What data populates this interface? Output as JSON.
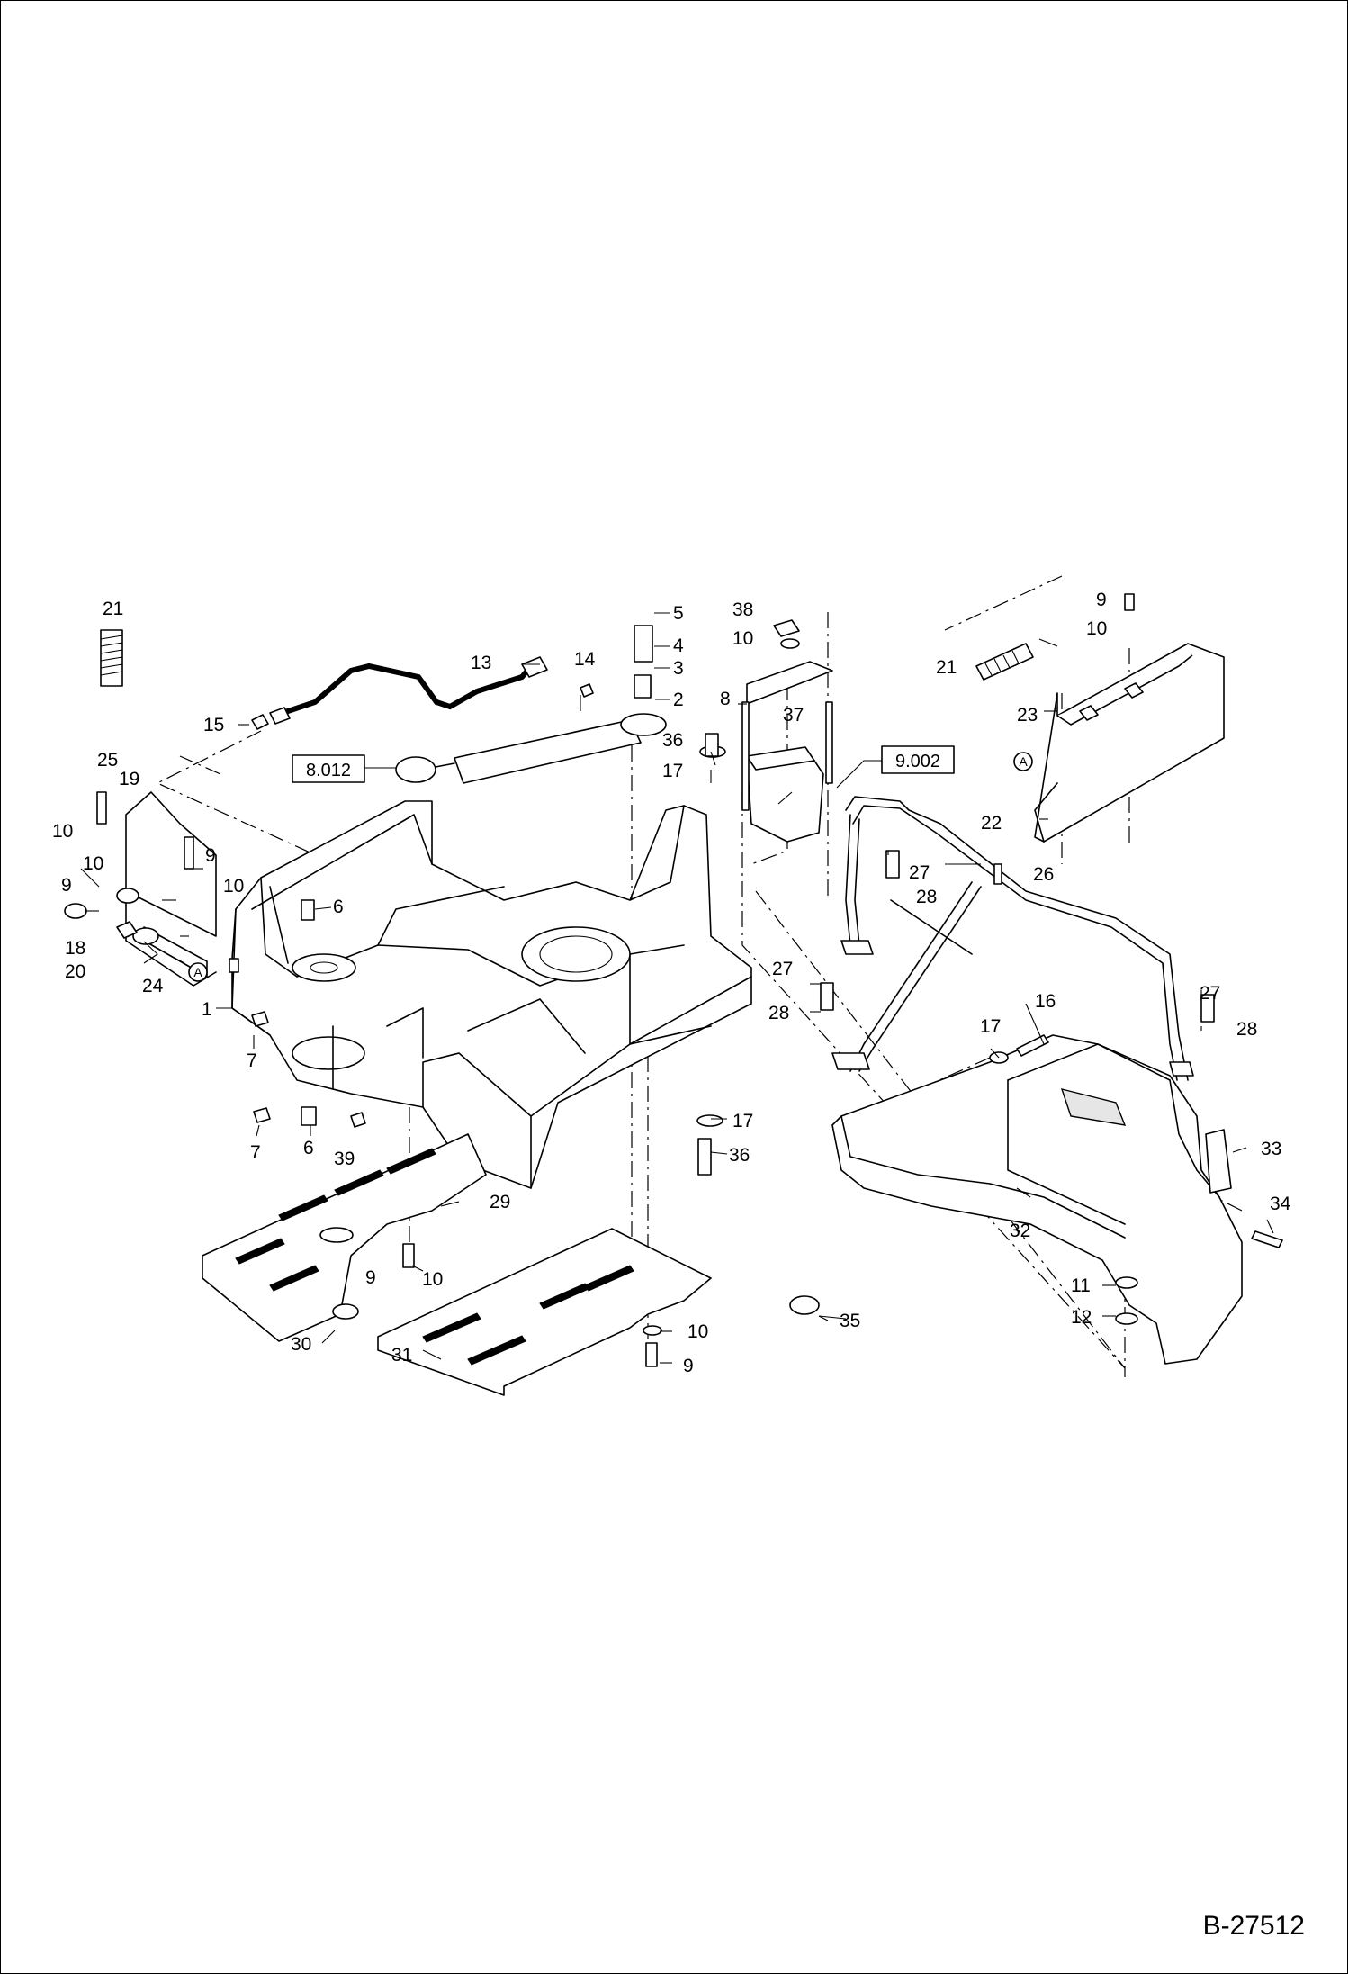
{
  "drawing": {
    "code": "B-27512",
    "reference_boxes": [
      "8.012",
      "9.002"
    ],
    "view_marker": "A",
    "callouts": [
      "1",
      "2",
      "3",
      "4",
      "5",
      "6",
      "6",
      "7",
      "7",
      "8",
      "9",
      "9",
      "9",
      "9",
      "9",
      "10",
      "10",
      "10",
      "10",
      "10",
      "10",
      "10",
      "11",
      "12",
      "13",
      "14",
      "15",
      "16",
      "17",
      "17",
      "17",
      "18",
      "19",
      "20",
      "21",
      "21",
      "22",
      "23",
      "24",
      "25",
      "26",
      "27",
      "27",
      "27",
      "28",
      "28",
      "28",
      "29",
      "30",
      "31",
      "32",
      "33",
      "34",
      "35",
      "36",
      "36",
      "37",
      "38",
      "39"
    ]
  }
}
